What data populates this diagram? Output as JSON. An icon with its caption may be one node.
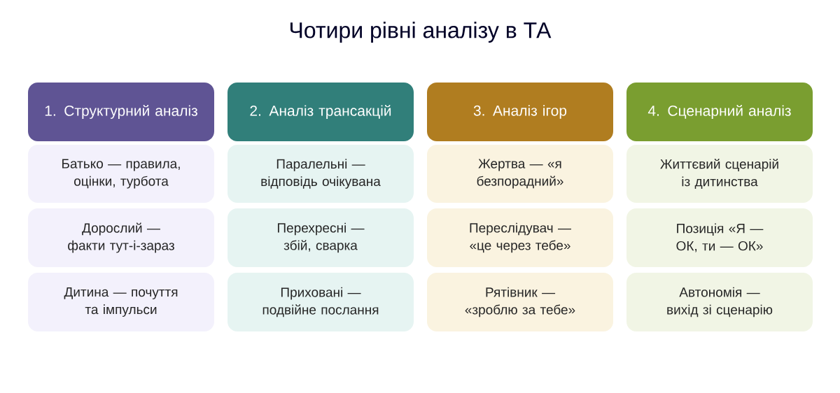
{
  "diagram": {
    "title": "Чотири рівні аналізу в ТА",
    "nodes": [
      {
        "text": [
          "1. Структурний аналіз"
        ]
      },
      {
        "text": [
          "2. Аналіз трансакцій"
        ]
      },
      {
        "text": [
          "3. Аналіз ігор"
        ]
      },
      {
        "text": [
          "4. Сценарний аналіз"
        ]
      },
      {
        "text": [
          "Батько — правила, оцінки, турбота"
        ]
      },
      {
        "text": [
          "Паралельні — відповідь очікувана"
        ]
      },
      {
        "text": [
          "Жертва — «я безпорадний»"
        ]
      },
      {
        "text": [
          "Життєвий сценарій із дитинства"
        ]
      },
      {
        "text": [
          "Дорослий — факти тут-і-зараз"
        ]
      },
      {
        "text": [
          "Перехресні — збій, сварка"
        ]
      },
      {
        "text": [
          "Переслідувач — «це через тебе»"
        ]
      },
      {
        "text": [
          "Позиція «Я — ОК, ти — ОК»"
        ]
      },
      {
        "text": [
          "Дитина — почуття та імпульси"
        ]
      },
      {
        "text": [
          "Приховані — подвійне послання"
        ]
      },
      {
        "text": [
          "Рятівник — «зроблю за тебе»"
        ]
      },
      {
        "text": [
          "Автономія — вихід зі сценарію"
        ]
      }
    ],
    "edges": []
  }
}
